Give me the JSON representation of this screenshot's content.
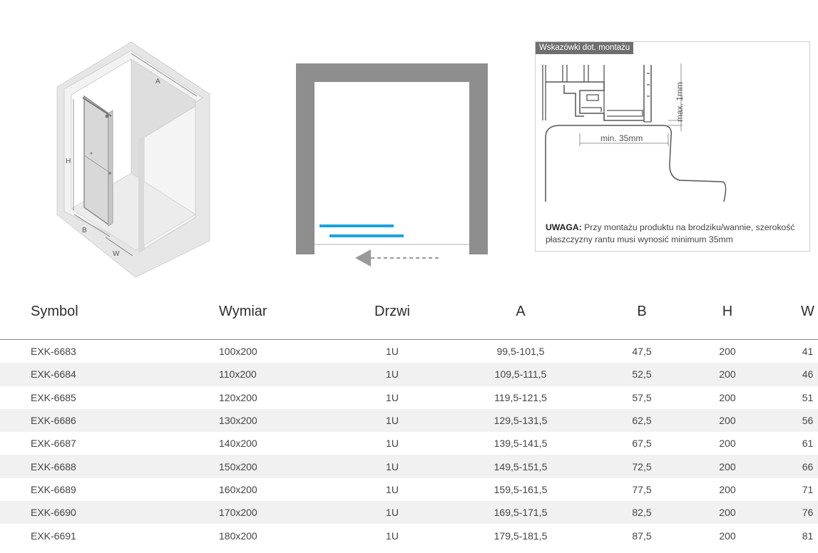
{
  "figures": {
    "iso_labels": {
      "a": "A",
      "h": "H",
      "b": "B",
      "w": "W"
    },
    "note": {
      "tag": "Wskazówki dot. montażu",
      "max_label": "max. 1mm",
      "min_label": "min. 35mm",
      "warning_bold": "UWAGA:",
      "warning_text": " Przy montażu produktu na brodziku/wannie, szerokość płaszczyzny rantu musi wynosić minimum 35mm"
    },
    "colors": {
      "frame": "#8e8e8e",
      "blue": "#1aa3e0",
      "line": "#555555"
    }
  },
  "table": {
    "headers": [
      "Symbol",
      "Wymiar",
      "Drzwi",
      "A",
      "B",
      "H",
      "W"
    ],
    "rows": [
      [
        "EXK-6683",
        "100x200",
        "1U",
        "99,5-101,5",
        "47,5",
        "200",
        "41"
      ],
      [
        "EXK-6684",
        "110x200",
        "1U",
        "109,5-111,5",
        "52,5",
        "200",
        "46"
      ],
      [
        "EXK-6685",
        "120x200",
        "1U",
        "119,5-121,5",
        "57,5",
        "200",
        "51"
      ],
      [
        "EXK-6686",
        "130x200",
        "1U",
        "129,5-131,5",
        "62,5",
        "200",
        "56"
      ],
      [
        "EXK-6687",
        "140x200",
        "1U",
        "139,5-141,5",
        "67,5",
        "200",
        "61"
      ],
      [
        "EXK-6688",
        "150x200",
        "1U",
        "149,5-151,5",
        "72,5",
        "200",
        "66"
      ],
      [
        "EXK-6689",
        "160x200",
        "1U",
        "159,5-161,5",
        "77,5",
        "200",
        "71"
      ],
      [
        "EXK-6690",
        "170x200",
        "1U",
        "169,5-171,5",
        "82,5",
        "200",
        "76"
      ],
      [
        "EXK-6691",
        "180x200",
        "1U",
        "179,5-181,5",
        "87,5",
        "200",
        "81"
      ]
    ]
  }
}
